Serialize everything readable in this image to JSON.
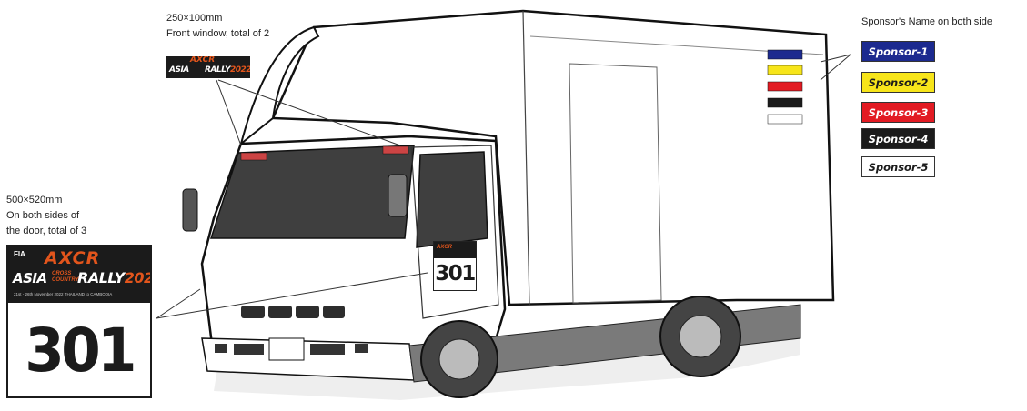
{
  "labels": {
    "window_size": "250×100mm",
    "window_desc": "Front window, total of 2",
    "door_size": "500×520mm",
    "door_desc_1": "On both sides of",
    "door_desc_2": "the door, total of 3",
    "sponsor_title": "Sponsor's Name on both side"
  },
  "sponsors": [
    {
      "label": "Sponsor-1",
      "bg": "#1c2a8f",
      "fg": "#ffffff"
    },
    {
      "label": "Sponsor-2",
      "bg": "#f7e51a",
      "fg": "#1b1b1b"
    },
    {
      "label": "Sponsor-3",
      "bg": "#e21b23",
      "fg": "#ffffff"
    },
    {
      "label": "Sponsor-4",
      "bg": "#1b1b1b",
      "fg": "#ffffff"
    },
    {
      "label": "Sponsor-5",
      "bg": "#ffffff",
      "fg": "#1b1b1b"
    }
  ],
  "rally": {
    "brand": "AXCR",
    "asia": "ASIA",
    "cross_country": "CROSS COUNTRY",
    "rally": "RALLY",
    "year": "2022",
    "fia": "FIA",
    "dates": "21st - 26th November 2022     THAILAND to CAMBODIA",
    "car_number": "301"
  }
}
